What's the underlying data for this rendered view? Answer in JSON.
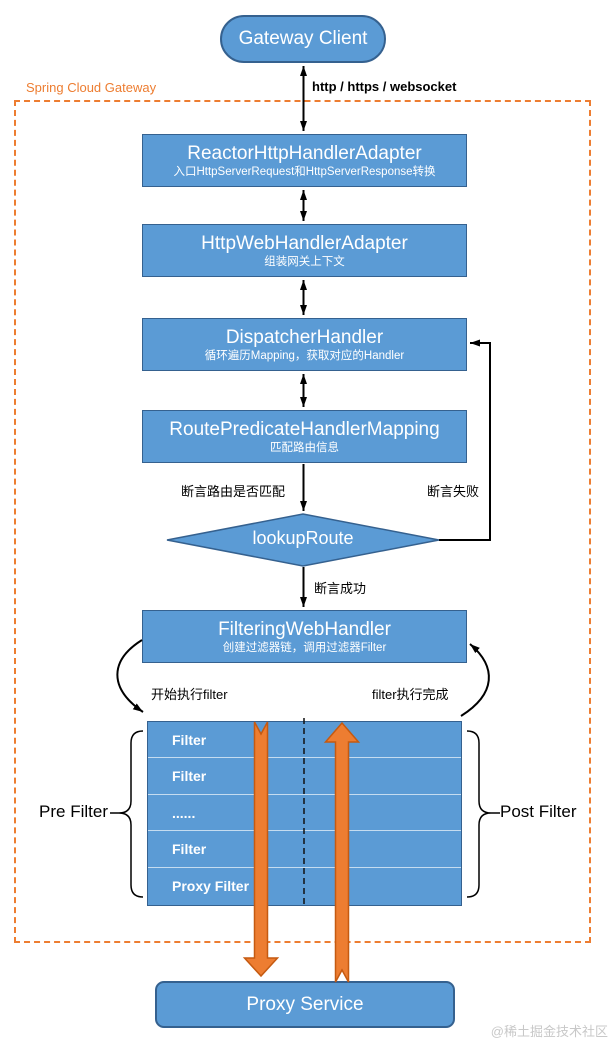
{
  "diagram": {
    "client": {
      "label": "Gateway Client"
    },
    "container": {
      "label": "Spring Cloud Gateway"
    },
    "protocol": "http / https / websocket",
    "nodes": {
      "reactor": {
        "title": "ReactorHttpHandlerAdapter",
        "subtitle": "入口HttpServerRequest和HttpServerResponse转换"
      },
      "httpweb": {
        "title": "HttpWebHandlerAdapter",
        "subtitle": "组装网关上下文"
      },
      "dispatcher": {
        "title": "DispatcherHandler",
        "subtitle": "循环遍历Mapping，获取对应的Handler"
      },
      "routemapping": {
        "title": "RoutePredicateHandlerMapping",
        "subtitle": "匹配路由信息"
      },
      "lookuproute": {
        "title": "lookupRoute"
      },
      "filtering": {
        "title": "FilteringWebHandler",
        "subtitle": "创建过滤器链，调用过滤器Filter"
      },
      "proxyservice": {
        "title": "Proxy Service"
      }
    },
    "edge_labels": {
      "predicate_check": "断言路由是否匹配",
      "predicate_fail": "断言失败",
      "predicate_success": "断言成功",
      "filter_start": "开始执行filter",
      "filter_done": "filter执行完成"
    },
    "filter_stack": {
      "rows": [
        "Filter",
        "Filter",
        "......",
        "Filter",
        "Proxy Filter"
      ],
      "pre_label": "Pre Filter",
      "post_label": "Post Filter"
    },
    "watermark": "@稀土掘金技术社区",
    "colors": {
      "node_fill": "#5B9BD5",
      "node_border": "#35618F",
      "accent_orange": "#ED7D31",
      "orange_border": "#C55A11",
      "connector_black": "#000000",
      "watermark_gray": "#C8C8C8"
    }
  }
}
